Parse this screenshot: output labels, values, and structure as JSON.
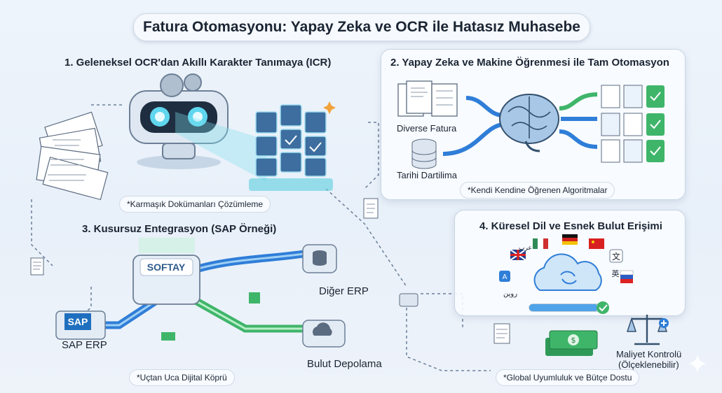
{
  "title": "Fatura Otomasyonu: Yapay Zeka ve OCR ile Hatasız Muhasebe",
  "section1": {
    "title": "1. Geleneksel OCR'dan Akıllı Karakter Tanımaya (ICR)",
    "caption": "*Karmaşık Dokümanları Çözümleme"
  },
  "section2": {
    "title": "2. Yapay Zeka ve Makine Öğrenmesi ile Tam Otomasyon",
    "label_invoices": "Diverse Fatura",
    "label_data": "Tarihi Dartilima",
    "caption": "*Kendi Kendine Öğrenen Algoritmalar"
  },
  "section3": {
    "title": "3. Kusursuz Entegrasyon (SAP Örneği)",
    "hub_label": "SOFTAY",
    "sap_logo": "SAP",
    "sap_label": "SAP ERP",
    "other_erp": "Diğer ERP",
    "cloud_storage": "Bulut Depolama",
    "caption": "*Uçtan Uca Dijital Köprü"
  },
  "section4": {
    "title": "4. Küresel Dil ve Esnek Bulut Erişimi",
    "cost_label_1": "Maliyet Kontrolü",
    "cost_label_2": "(Ölçeklenebilir)",
    "caption": "*Global Uyumluluk ve Bütçe Dostu",
    "glyphs": [
      "文",
      "英",
      "A",
      "عرب",
      "روين"
    ]
  },
  "colors": {
    "accent_blue": "#2f7ed8",
    "accent_green": "#3fb56a",
    "cyan_glow": "#4fd3e6",
    "dark_text": "#1b2533"
  }
}
